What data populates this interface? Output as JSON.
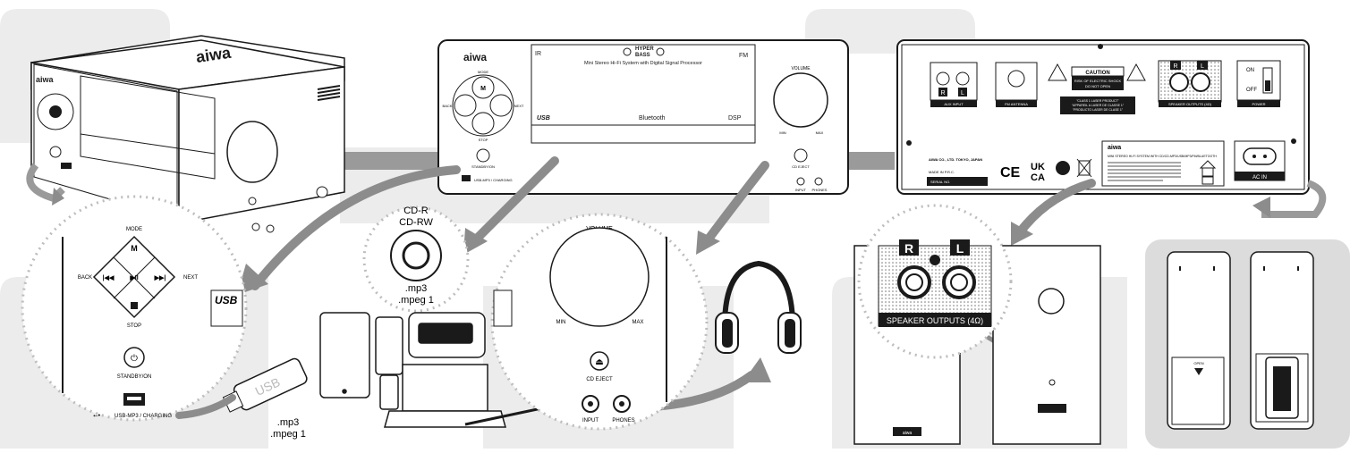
{
  "brand": "aiwa",
  "unit_top": {
    "subtitle": "Mini Stereo Hi-Fi System with Digital Signal Processor",
    "ir": "IR",
    "fm": "FM",
    "hyper": "HYPER",
    "bass": "BASS",
    "bluetooth": "Bluetooth",
    "dsp": "DSP",
    "usb": "USB",
    "mode": "MODE",
    "back": "BACK",
    "next": "NEXT",
    "stop": "STOP",
    "m": "M",
    "standby": "STANDBY/ON",
    "usb_port": "USB-MP3 / CHARGING",
    "volume": "VOLUME",
    "min": "MIN",
    "max": "MAX",
    "cd_eject": "CD EJECT",
    "input": "INPUT",
    "phones": "PHONES"
  },
  "rear": {
    "aux_input": "AUX INPUT",
    "fm_antenna": "FM ANTENNA",
    "caution": "CAUTION",
    "caution_line1": "RISK OF ELECTRIC SHOCK",
    "caution_line2": "DO NOT OPEN",
    "laser1": "\"CLASS 1 LASER PRODUCT\"",
    "laser2": "\"APPAREIL A LASER DE CLASSE 1\"",
    "laser3": "\"PRODUCTO LASER DE CLASE 1\"",
    "speaker_outputs": "SPEAKER OUTPUTS (4Ω)",
    "on": "ON",
    "off": "OFF",
    "power": "POWER",
    "ac_in": "AC IN",
    "r": "R",
    "l": "L",
    "company": "AIWA CO., LTD. TOKYO, JAPAN",
    "made_in": "MADE IN P.R.C.",
    "serial": "SERIAL NO.",
    "spec_title": "MINI STEREO HI-FI SYSTEM WITH CD/CD-MP3/USB/MP3/FM/BLUETOOTH",
    "ce": "CE",
    "ukca1": "UK",
    "ukca2": "CA"
  },
  "disc": {
    "line1": "CD-R",
    "line2": "CD-RW",
    "fmt1": ".mp3",
    "fmt2": ".mpeg 1"
  },
  "zoom_left": {
    "mode": "MODE",
    "m": "M",
    "back": "BACK",
    "next": "NEXT",
    "stop": "STOP",
    "standby": "STANDBY/ON",
    "usb_port": "USB-MP3 / CHARGING"
  },
  "usb_stick": {
    "label": "USB",
    "fmt1": ".mp3",
    "fmt2": ".mpeg 1"
  },
  "zoom_mid": {
    "volume": "VOLUME",
    "min": "MIN",
    "max": "MAX",
    "cd_eject": "CD EJECT",
    "input": "INPUT",
    "phones": "PHONES"
  },
  "zoom_right": {
    "r": "R",
    "l": "L",
    "speaker_outputs": "SPEAKER OUTPUTS (4Ω)"
  },
  "remote": {
    "open": "OPEN"
  },
  "colors": {
    "outline": "#1a1a1a",
    "panel_bg": "#ececec",
    "arrow": "#8c8c8c",
    "dots": "#bdbdbd"
  }
}
